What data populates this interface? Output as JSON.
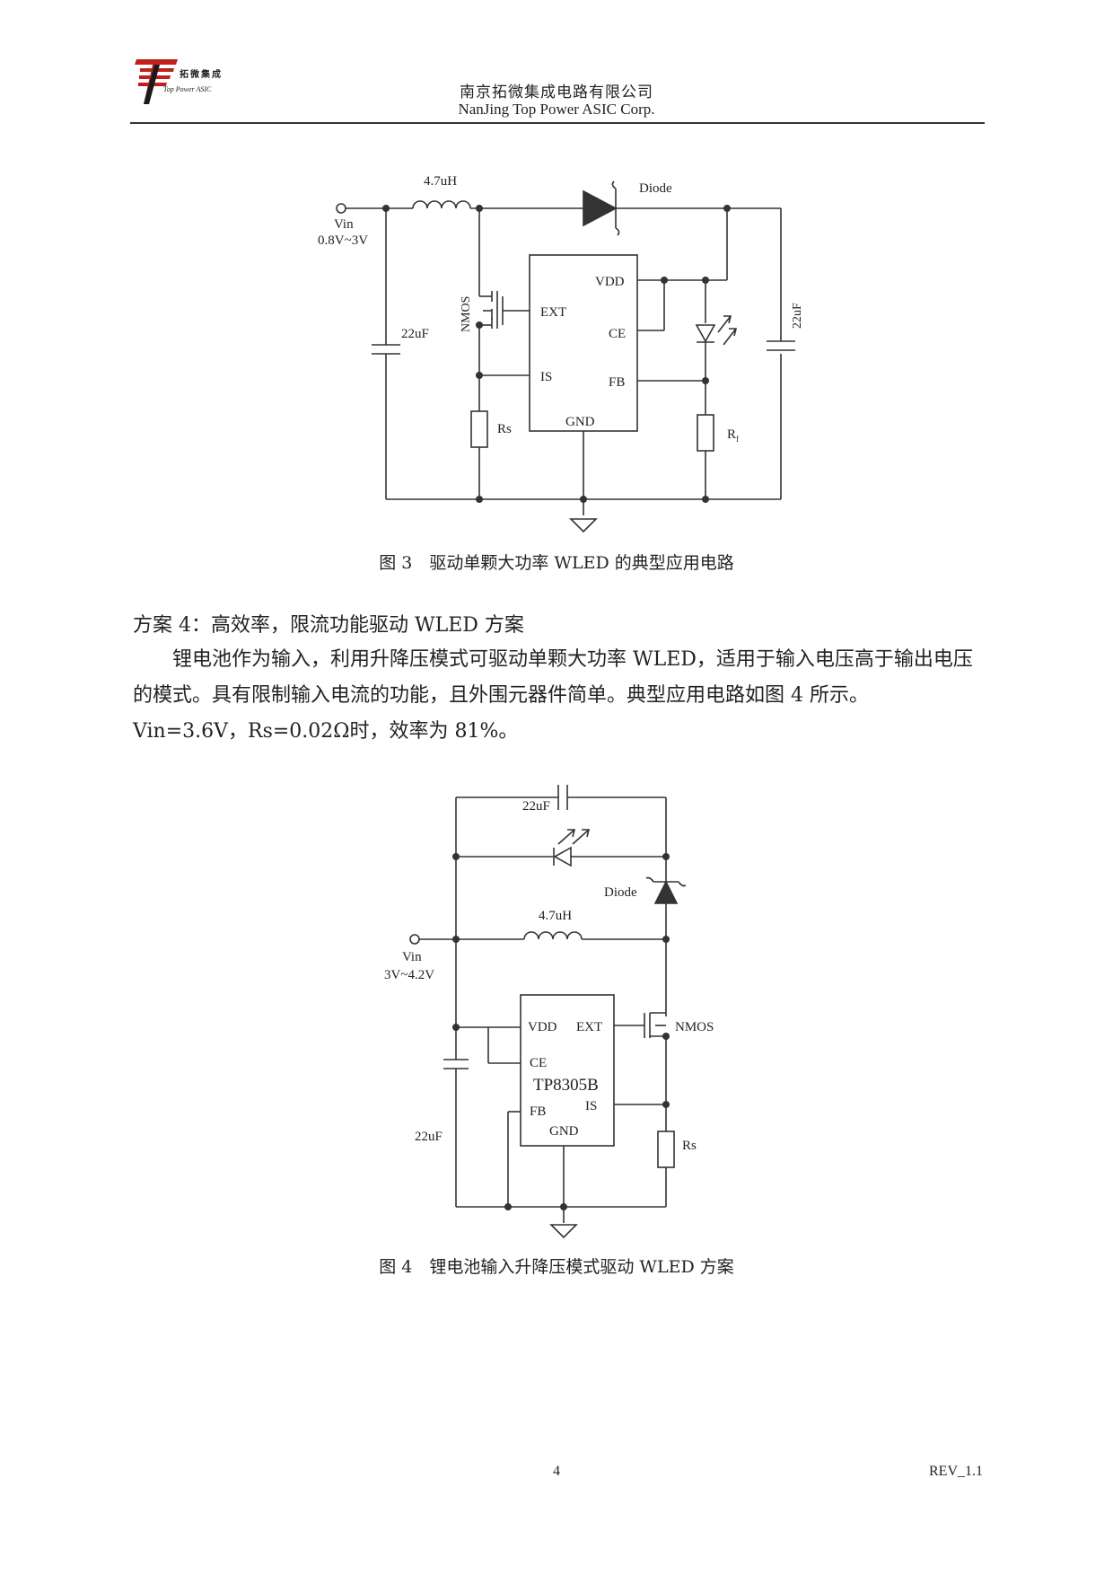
{
  "header": {
    "logo_cn": "拓微集成",
    "logo_en": "Top Power ASIC",
    "company_cn": "南京拓微集成电路有限公司",
    "company_en": "NanJing Top Power ASIC Corp."
  },
  "figure3": {
    "caption": "图 3　驱动单颗大功率 WLED 的典型应用电路",
    "labels": {
      "inductor": "4.7uH",
      "diode": "Diode",
      "vin": "Vin",
      "vin_range": "0.8V~3V",
      "cap_in": "22uF",
      "cap_out": "22uF",
      "nmos": "NMOS",
      "rs": "Rs",
      "rf": "R",
      "rf_sub": "f",
      "pin_vdd": "VDD",
      "pin_ext": "EXT",
      "pin_ce": "CE",
      "pin_is": "IS",
      "pin_fb": "FB",
      "pin_gnd": "GND"
    }
  },
  "section": {
    "heading": "方案 4：高效率，限流功能驱动 WLED 方案",
    "paragraph": "锂电池作为输入，利用升降压模式可驱动单颗大功率 WLED，适用于输入电压高于输出电压的模式。具有限制输入电流的功能，且外围元器件简单。典型应用电路如图 4 所示。Vin=3.6V，Rs=0.02Ω时，效率为 81%。"
  },
  "figure4": {
    "caption": "图 4　锂电池输入升降压模式驱动 WLED 方案",
    "labels": {
      "cap_top": "22uF",
      "diode": "Diode",
      "inductor": "4.7uH",
      "vin": "Vin",
      "vin_range": "3V~4.2V",
      "chip": "TP8305B",
      "pin_vdd": "VDD",
      "pin_ext": "EXT",
      "pin_ce": "CE",
      "pin_is": "IS",
      "pin_fb": "FB",
      "pin_gnd": "GND",
      "nmos": "NMOS",
      "cap_in": "22uF",
      "rs": "Rs"
    }
  },
  "footer": {
    "page_number": "4",
    "revision": "REV_1.1"
  }
}
